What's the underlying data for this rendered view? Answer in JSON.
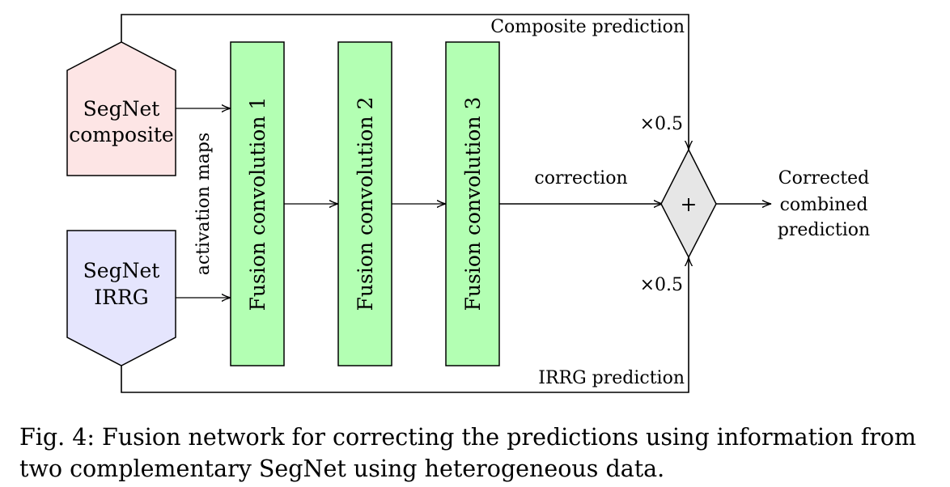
{
  "diagram": {
    "segnet_composite": {
      "line1": "SegNet",
      "line2": "composite",
      "color": "#fde5e5"
    },
    "segnet_irrg": {
      "line1": "SegNet",
      "line2": "IRRG",
      "color": "#e5e5fd"
    },
    "activation_label": "activation maps",
    "fusion_blocks": [
      "Fusion convolution 1",
      "Fusion convolution 2",
      "Fusion convolution 3"
    ],
    "fusion_color": "#b3ffb3",
    "sum_node": {
      "symbol": "+",
      "color": "#e6e6e6"
    },
    "composite_prediction_label": "Composite prediction",
    "irrg_prediction_label": "IRRG prediction",
    "weight_top": "×0.5",
    "weight_bottom": "×0.5",
    "correction_label": "correction",
    "output_label": [
      "Corrected",
      "combined",
      "prediction"
    ]
  },
  "caption": "Fig. 4: Fusion network for correcting the predictions using information from two complementary SegNet using heterogeneous data."
}
